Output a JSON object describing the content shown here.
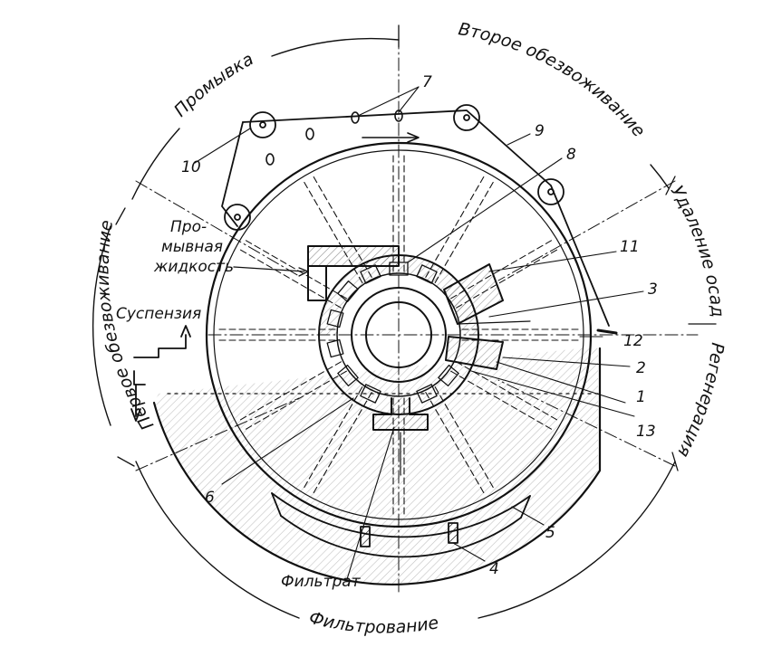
{
  "zones": {
    "top_left": "Промывка",
    "top_right": "Второе обезвоживание",
    "right_top": "Удаление осадка",
    "right_bottom": "Регенерация ткани",
    "left": "Первое обезвоживание",
    "bottom": "Фильтрование"
  },
  "labels": {
    "wash_liquid_1": "Про-",
    "wash_liquid_2": "мывная",
    "wash_liquid_3": "жидкость",
    "suspension": "Суспензия",
    "filtrate": "Фильтрат"
  },
  "part_numbers": [
    "1",
    "2",
    "3",
    "4",
    "5",
    "6",
    "7",
    "8",
    "9",
    "10",
    "11",
    "12",
    "13"
  ]
}
